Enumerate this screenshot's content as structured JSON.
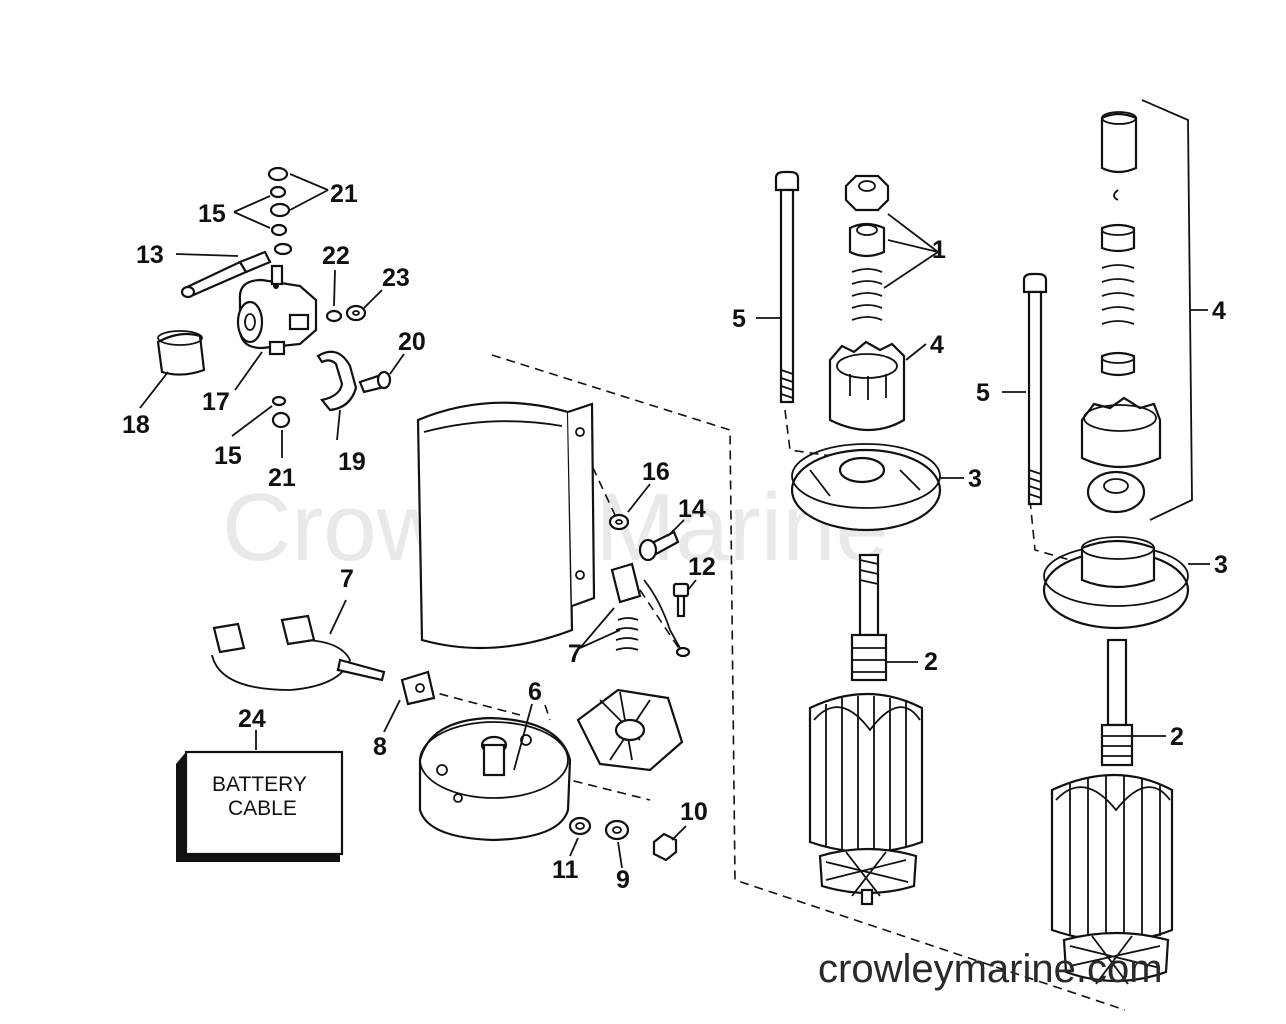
{
  "diagram": {
    "watermark": "Crowley Marine",
    "site_label": "crowleymarine.com",
    "battery_cable_box": {
      "line1": "BATTERY",
      "line2": "CABLE"
    },
    "callouts": [
      {
        "id": "c1",
        "text": "1"
      },
      {
        "id": "c2a",
        "text": "2"
      },
      {
        "id": "c2b",
        "text": "2"
      },
      {
        "id": "c3a",
        "text": "3"
      },
      {
        "id": "c3b",
        "text": "3"
      },
      {
        "id": "c4a",
        "text": "4"
      },
      {
        "id": "c4b",
        "text": "4"
      },
      {
        "id": "c5a",
        "text": "5"
      },
      {
        "id": "c5b",
        "text": "5"
      },
      {
        "id": "c6",
        "text": "6"
      },
      {
        "id": "c7a",
        "text": "7"
      },
      {
        "id": "c7b",
        "text": "7"
      },
      {
        "id": "c8",
        "text": "8"
      },
      {
        "id": "c9",
        "text": "9"
      },
      {
        "id": "c10",
        "text": "10"
      },
      {
        "id": "c11",
        "text": "11"
      },
      {
        "id": "c12",
        "text": "12"
      },
      {
        "id": "c13",
        "text": "13"
      },
      {
        "id": "c14",
        "text": "14"
      },
      {
        "id": "c15a",
        "text": "15"
      },
      {
        "id": "c15b",
        "text": "15"
      },
      {
        "id": "c16",
        "text": "16"
      },
      {
        "id": "c17",
        "text": "17"
      },
      {
        "id": "c18",
        "text": "18"
      },
      {
        "id": "c19",
        "text": "19"
      },
      {
        "id": "c20",
        "text": "20"
      },
      {
        "id": "c21a",
        "text": "21"
      },
      {
        "id": "c21b",
        "text": "21"
      },
      {
        "id": "c22",
        "text": "22"
      },
      {
        "id": "c23",
        "text": "23"
      },
      {
        "id": "c24",
        "text": "24"
      }
    ]
  }
}
